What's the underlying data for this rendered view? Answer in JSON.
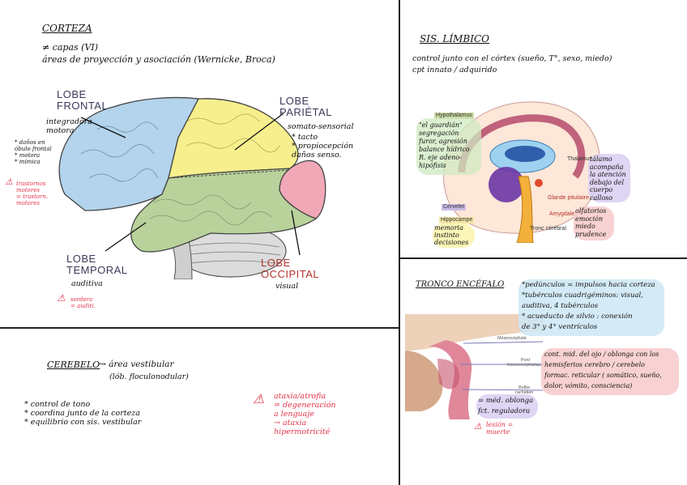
{
  "corteza": {
    "title": "CORTEZA",
    "line1": "≠ capas (VI)",
    "line2": "áreas de proyección y asociación (Wernicke, Broca)",
    "lobes": {
      "frontal": "LOBE\nFRONTAL",
      "parietal": "LOBE\nPARIÉTAL",
      "temporal": "LOBE\nTEMPORAL",
      "occipital": "LOBE\nOCCIPITAL"
    },
    "frontal_note": "integradora\nmotora",
    "frontal_side": "* daños en\nóbulo frontal\n* motora\n* mímica",
    "frontal_warning": "trastornos\nmotores\n= trastorn.\nmotores",
    "parietal_note": "somato-sensorial",
    "parietal_list": "* tacto\n* propiocepción\ndaños senso.",
    "temporal_note": "auditiva",
    "temporal_warning": "sordera\n= auditi.",
    "occipital_note": "visual",
    "warning_icon": "warning-triangle"
  },
  "limbico": {
    "title": "SIS. LÍMBICO",
    "line1": "control junto con el córtex (sueño, T°, sexo, miedo)",
    "line2": "cpt innato / adquirido",
    "hypo_note": "\"el guardián\"\nsegregación\nfuror, agresión\nbalance hídrico\nR. eje adeno-\nhipófisis",
    "memory_note": "memoria\ninstinto\ndecisiones",
    "talamo_note": "tálamo\nacompaña\nla atención\ndebajo del\ncuerpo\ncalloso",
    "amigdala_note": "olfatorios\nemoción\nmiedo\nprudence",
    "figure_labels": {
      "hypothalamus": "Hypothalamus",
      "thalamus": "Thalamus",
      "cervelet": "Cervelet",
      "glande": "Glande pituitaire",
      "amygdale": "Amygdale",
      "hippocampe": "Hippocampe",
      "tronc": "Tronc cérébral"
    }
  },
  "cerebelo": {
    "title": "CEREBELO",
    "arrow": "→ área vestibular",
    "subtitle": "(lób. floculonodular)",
    "items": [
      "* control de tono",
      "* coordina junto de la corteza",
      "* equilibrio con sis. vestibular"
    ],
    "warning": "ataxia/atrofia\n= degeneración\na lenguaje\n→ ataxia\nhipermotricité"
  },
  "tronco": {
    "title": "TRONCO ENCÉFALO",
    "blue_note": "*pedúnculos = impulsos hacia corteza\n*tubérculos cuadrigéminos: visual,\nauditiva, 4 tubérculos\n* acueducto de silvio : conexión\nde 3° y 4° ventrículos",
    "pink_note": "cont. mid. del ojo / oblonga con los\nhemisferios cerebro / cerebelo\nformac. reticular ( somático, sueño,\ndolor, vómito, consciencia)",
    "purple_note": "= méd. oblonga\nfct. reguladora",
    "warning": "lesión =\nmuerte",
    "figure_labels": {
      "mesencephale": "Mésencéphale",
      "pont": "Pont\ntroncencéphalique",
      "bulbe": "Bulbe\nrachidien"
    }
  }
}
